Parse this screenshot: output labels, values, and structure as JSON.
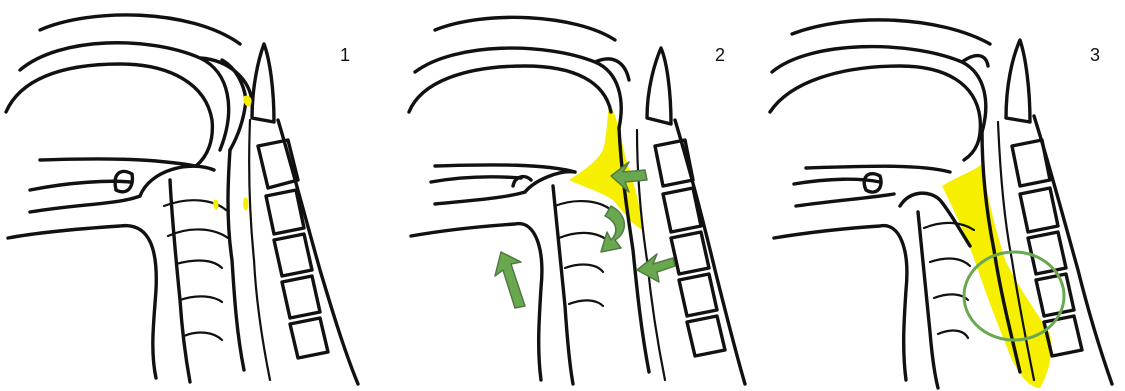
{
  "panels": [
    {
      "number": "1"
    },
    {
      "number": "2"
    },
    {
      "number": "3"
    }
  ],
  "colors": {
    "ink": "#111111",
    "highlight": "#f7ef00",
    "arrow_fill": "#6aa84f",
    "arrow_stroke": "#527a45",
    "circle": "#6aa84f"
  },
  "icons": {
    "arrow": "green-arrow-icon",
    "circle": "green-circle-marker"
  }
}
